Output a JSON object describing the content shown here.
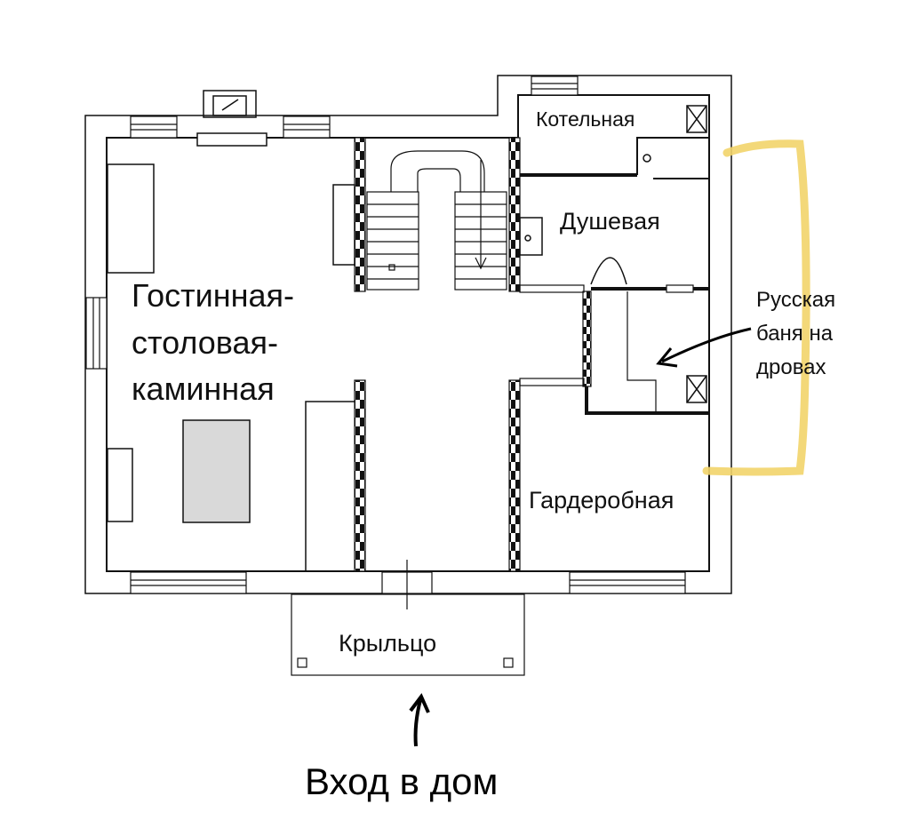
{
  "rooms": {
    "living": [
      "Гостинная-",
      "столовая-",
      "каминная"
    ],
    "boiler": "Котельная",
    "shower": "Душевая",
    "wardrobe": "Гардеробная",
    "porch": "Крыльцо"
  },
  "annotations": {
    "sauna": [
      "Русская",
      "баня на",
      "дровах"
    ],
    "entrance": "Вход в дом"
  },
  "colors": {
    "wall": "#111111",
    "highlight": "#f2d46a",
    "furniture_fill": "#d9d9d9",
    "hatch": "#111111"
  }
}
